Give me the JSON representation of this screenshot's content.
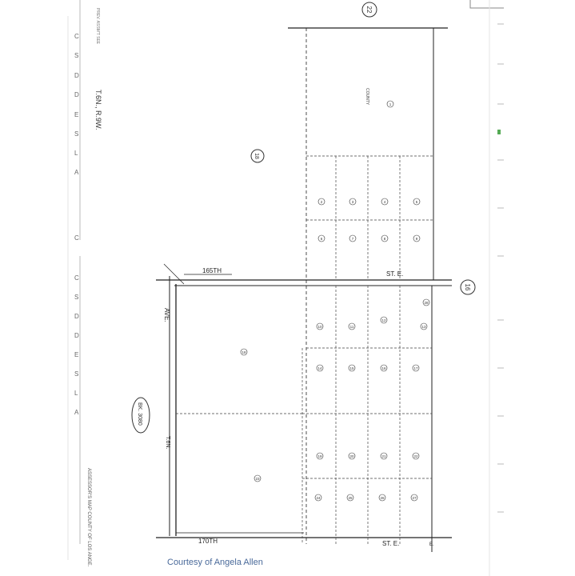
{
  "map": {
    "township_range": "T.6N., R.9W.",
    "township_mid": "T.6N.",
    "section_labels": [
      "22",
      "16",
      "18"
    ],
    "book_label": "BK. 3080",
    "street_labels": {
      "st_165": "165TH",
      "st_170": "170TH",
      "st_e": "ST.  E.",
      "ave": "AVE.",
      "e_tail": "E."
    },
    "left_margin": "PREV. ASSM'T SEE",
    "bottom_right": "ASSESSOR'S MAP COUNTY OF LOS ANGE.",
    "county_text": "COUNTY",
    "parcel_numbers": [
      "1",
      "2",
      "3",
      "4",
      "5",
      "6",
      "7",
      "8",
      "9",
      "10",
      "11",
      "12",
      "13",
      "14",
      "15",
      "16",
      "17",
      "18",
      "19",
      "20",
      "21",
      "22",
      "23",
      "24",
      "25",
      "26",
      "27",
      "28"
    ],
    "letters_left": [
      "C",
      "S",
      "D",
      "D",
      "E",
      "S",
      "L",
      "A",
      "C",
      "C",
      "S",
      "D",
      "D",
      "E",
      "S",
      "L",
      "A"
    ]
  },
  "credit": "Courtesy of Angela Allen"
}
